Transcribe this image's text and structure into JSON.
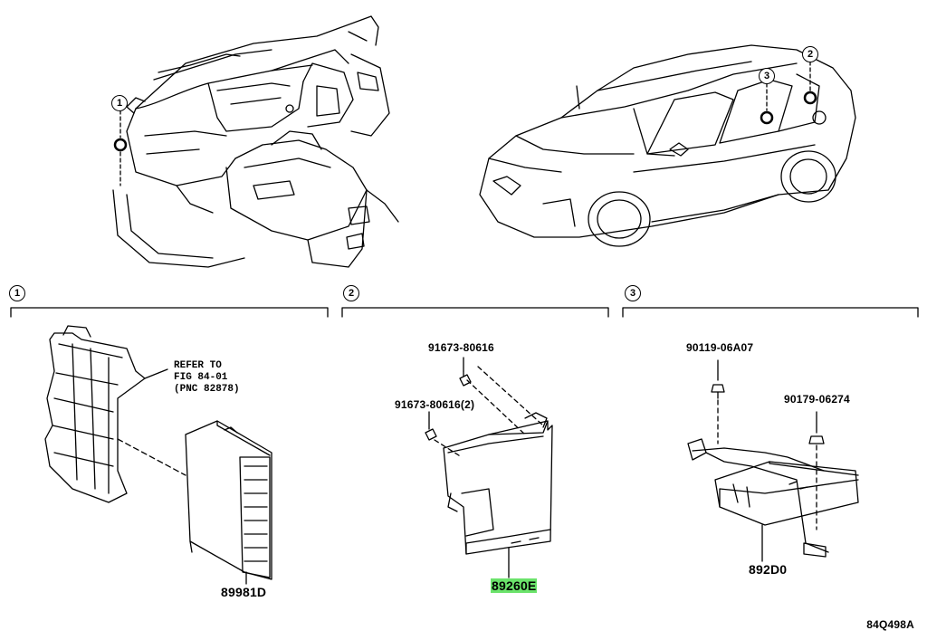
{
  "markers": {
    "loc1": "1",
    "loc2": "2",
    "loc3": "3"
  },
  "sections": [
    {
      "marker": "1"
    },
    {
      "marker": "2"
    },
    {
      "marker": "3"
    }
  ],
  "section1": {
    "note_line1": "REFER TO",
    "note_line2": "FIG 84-01",
    "note_line3": "(PNC 82878)",
    "part_main": "89981D"
  },
  "section2": {
    "screw_a": "91673-80616",
    "screw_b": "91673-80616(2)",
    "part_main": "89260E"
  },
  "section3": {
    "bolt": "90119-06A07",
    "nut": "90179-06274",
    "part_main": "892D0"
  },
  "figure_ref": "84Q498A",
  "colors": {
    "highlight": "#6be36b",
    "line": "#000000"
  }
}
